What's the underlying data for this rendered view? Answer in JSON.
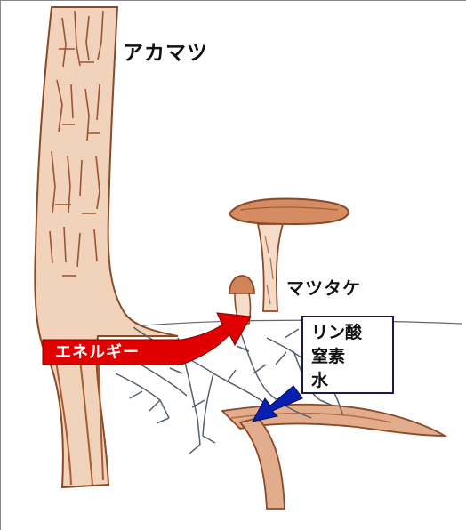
{
  "labels": {
    "tree": "アカマツ",
    "mushroom": "マツタケ",
    "energy": "エネルギー",
    "nutrients": [
      "リン酸",
      "窒素",
      "水"
    ]
  },
  "colors": {
    "bark": "#b9714a",
    "bark_dark": "#7a3f22",
    "mushroom_cap": "#c98157",
    "energy_arrow": "#e00000",
    "nutrient_arrow": "#0a1fb0",
    "box_border": "#1a1a4a"
  }
}
